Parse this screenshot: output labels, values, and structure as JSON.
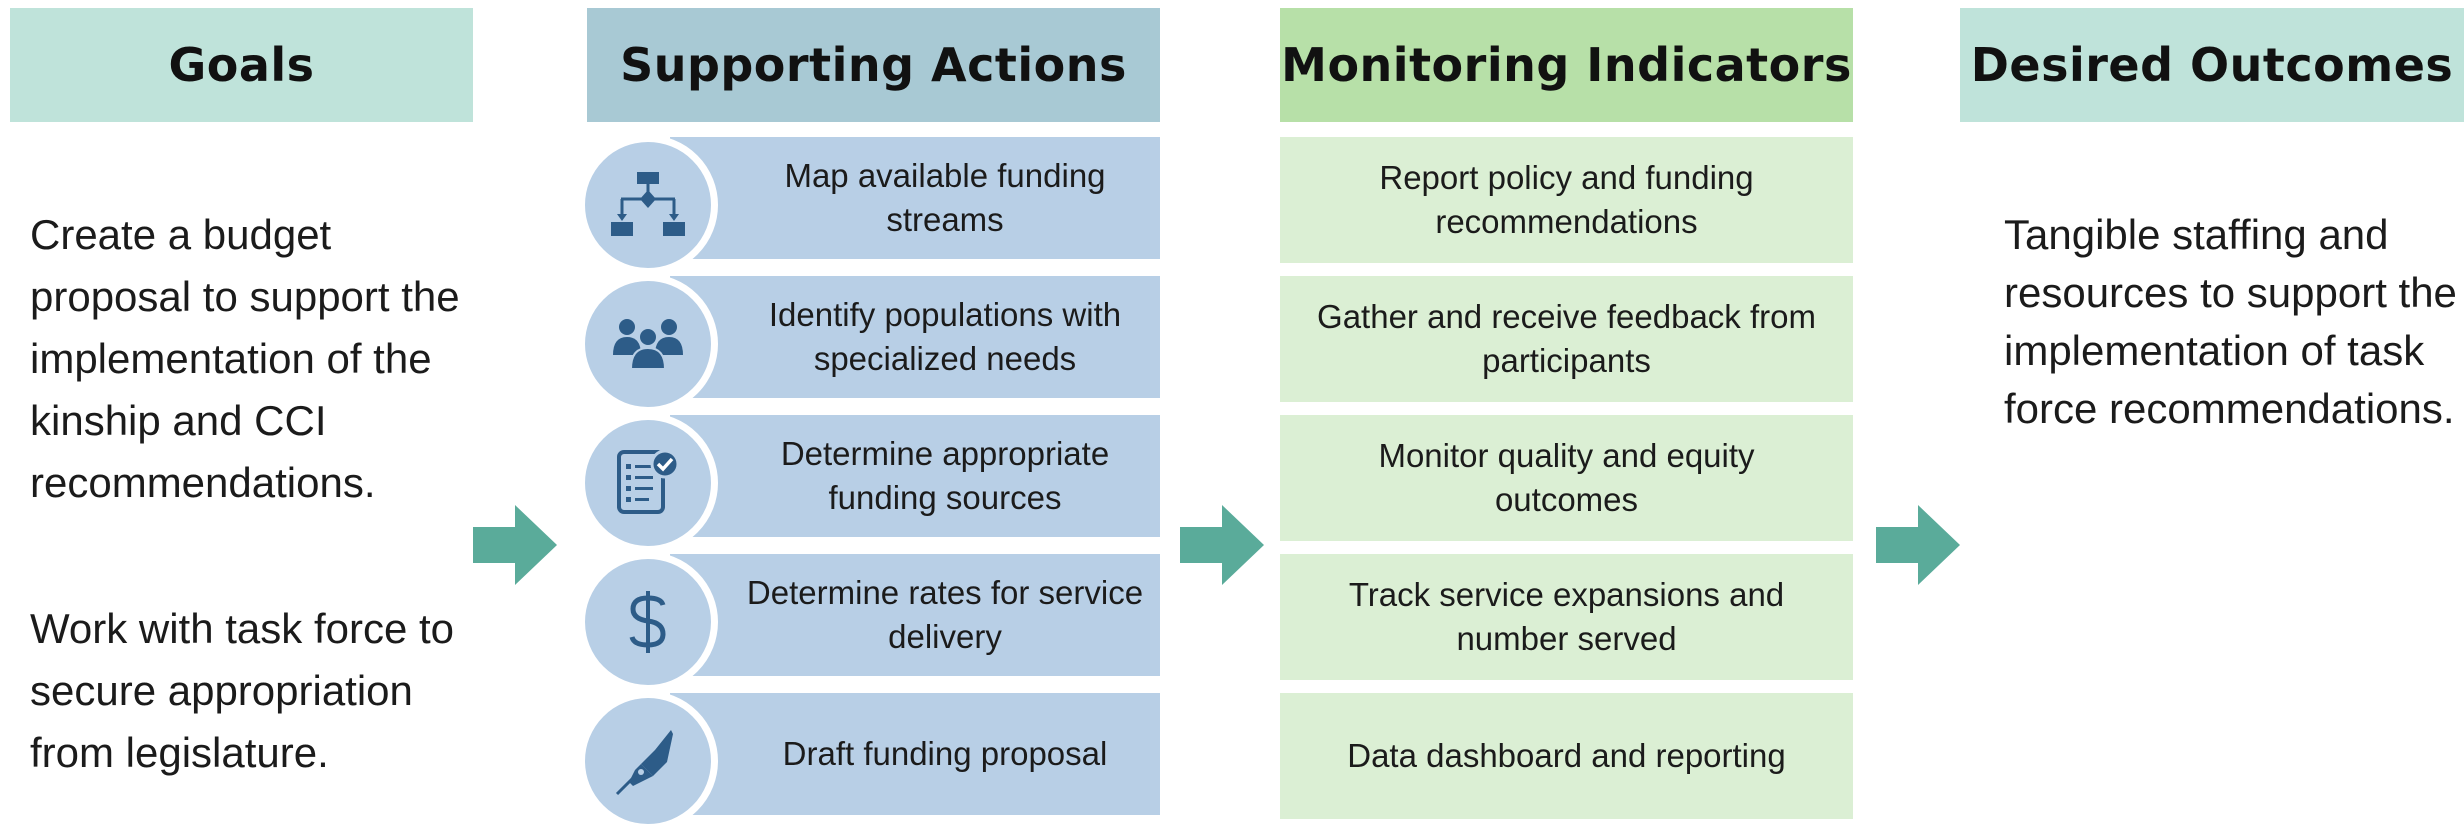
{
  "headers": {
    "goals": "Goals",
    "actions": "Supporting Actions",
    "monitoring": "Monitoring Indicators",
    "outcomes": "Desired Outcomes"
  },
  "goals": [
    "Create a budget proposal to support the implementation of the kinship and CCI recommendations.",
    "Work with task force to secure appropriation from legislature."
  ],
  "actions": [
    {
      "label": "Map available funding streams",
      "icon": "flowchart-icon"
    },
    {
      "label": "Identify populations with specialized needs",
      "icon": "people-group-icon"
    },
    {
      "label": "Determine appropriate funding sources",
      "icon": "checklist-document-icon"
    },
    {
      "label": "Determine rates for service delivery",
      "icon": "dollar-sign-icon"
    },
    {
      "label": "Draft funding proposal",
      "icon": "fountain-pen-icon"
    }
  ],
  "monitoring": [
    "Report policy and funding recommendations",
    "Gather and receive feedback from participants",
    "Monitor quality and equity outcomes",
    "Track service expansions and number served",
    "Data dashboard and reporting"
  ],
  "outcomes": "Tangible staffing and resources to support the implementation of task force recommendations.",
  "colors": {
    "goals_header": "#bfe3da",
    "actions_header": "#a8c9d4",
    "monitoring_header": "#b7e0a8",
    "outcomes_header": "#bfe3da",
    "action_bar": "#b8cfe6",
    "monitor_box": "#dbefd4",
    "arrow": "#5aab9a",
    "icon": "#2d5c88"
  }
}
